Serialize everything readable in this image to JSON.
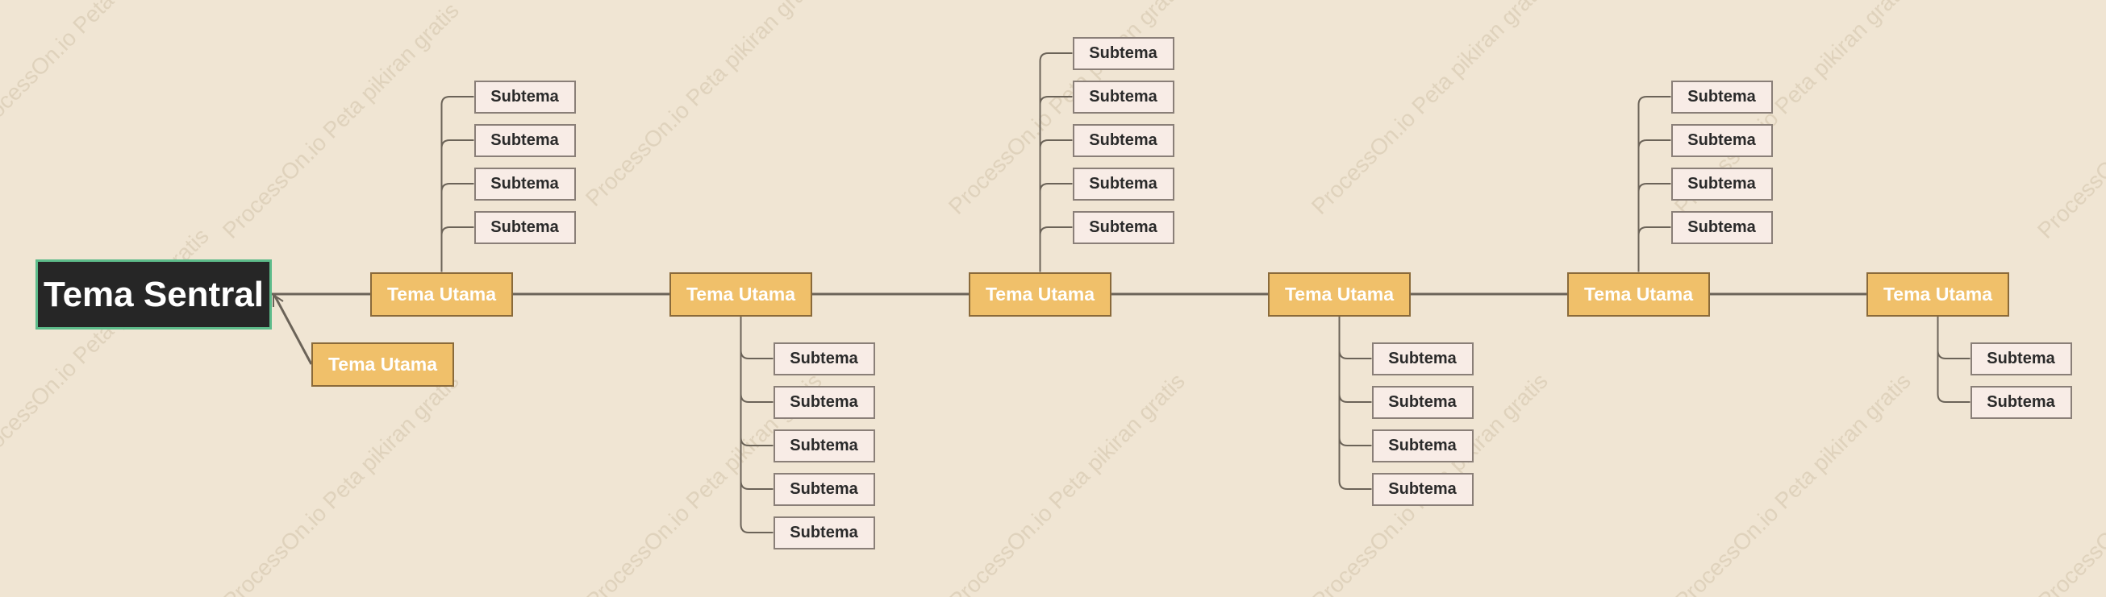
{
  "watermark": "ProcessOn.io Peta pikiran gratis",
  "central_topic": "Tema Sentral",
  "floating_topic": "Tema Utama",
  "branches": [
    {
      "label": "Tema Utama",
      "subtopics": [
        "Subtema",
        "Subtema",
        "Subtema",
        "Subtema"
      ]
    },
    {
      "label": "Tema Utama",
      "subtopics": [
        "Subtema",
        "Subtema",
        "Subtema",
        "Subtema",
        "Subtema"
      ]
    },
    {
      "label": "Tema Utama",
      "subtopics": [
        "Subtema",
        "Subtema",
        "Subtema",
        "Subtema",
        "Subtema"
      ]
    },
    {
      "label": "Tema Utama",
      "subtopics": [
        "Subtema",
        "Subtema",
        "Subtema",
        "Subtema"
      ]
    },
    {
      "label": "Tema Utama",
      "subtopics": [
        "Subtema",
        "Subtema",
        "Subtema",
        "Subtema"
      ]
    },
    {
      "label": "Tema Utama",
      "subtopics": [
        "Subtema",
        "Subtema"
      ]
    }
  ],
  "colors": {
    "background": "#f0e5d3",
    "central_fill": "#262626",
    "central_border": "#5dbb8a",
    "main_fill": "#f0c06a",
    "sub_fill": "#f8ece6",
    "line": "#6b6358"
  }
}
